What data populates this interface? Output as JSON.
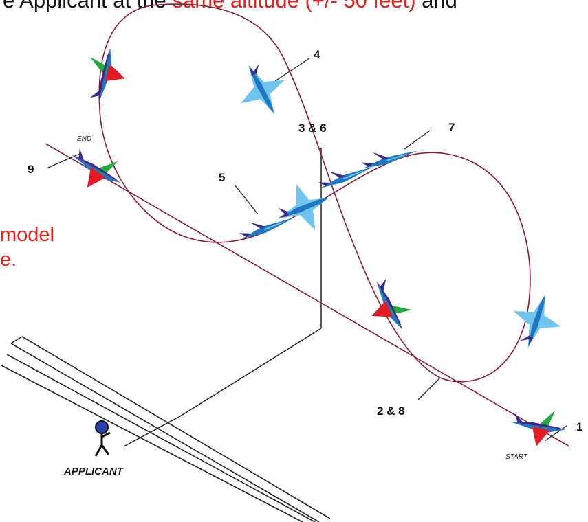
{
  "header": {
    "prefix": "e Applicant at the ",
    "highlight": "same altitude (+/- 50 feet)",
    "suffix": " and"
  },
  "side_note": {
    "line1": "model",
    "line2": "e."
  },
  "labels": {
    "p1": "1",
    "p2_8": "2 & 8",
    "p3_6": "3 & 6",
    "p4": "4",
    "p5": "5",
    "p7": "7",
    "p9": "9",
    "start": "START",
    "end": "END",
    "applicant": "APPLICANT"
  },
  "colors": {
    "path": "#8b1a2e",
    "jet_light": "#6ec4ec",
    "jet_mid": "#1d78c0",
    "jet_dark": "#3b2a8c",
    "wing_red": "#e11c24",
    "wing_green": "#1faa3a",
    "applicant_head": "#2c3fb0",
    "header_red": "#e8201c"
  }
}
